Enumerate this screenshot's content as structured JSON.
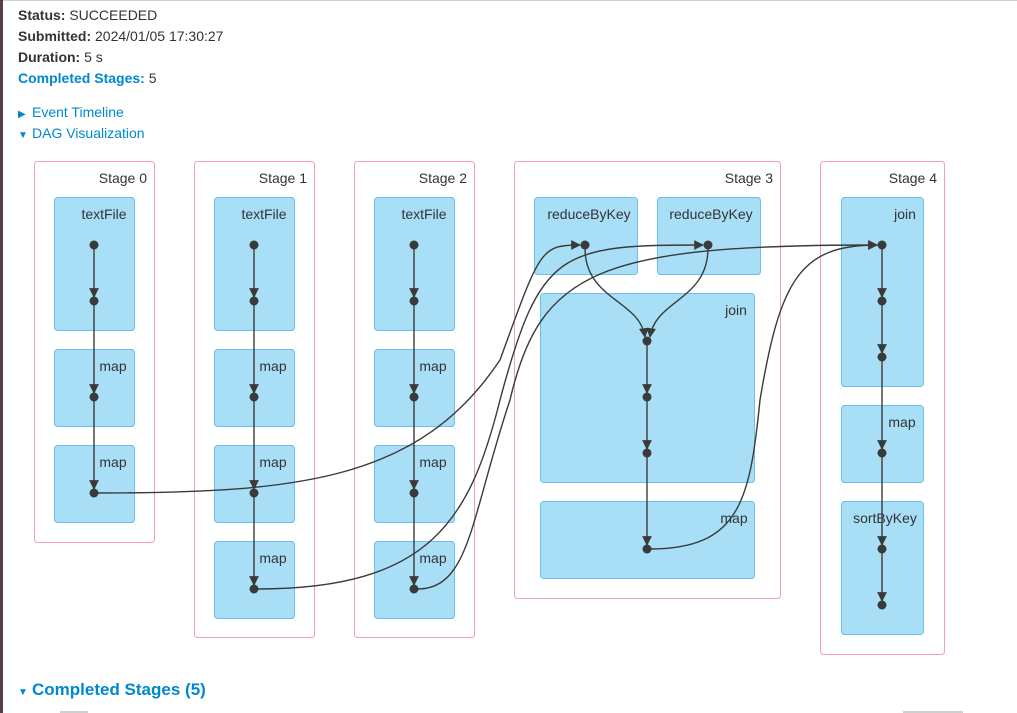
{
  "summary": {
    "status_label": "Status:",
    "status_value": "SUCCEEDED",
    "submitted_label": "Submitted:",
    "submitted_value": "2024/01/05 17:30:27",
    "duration_label": "Duration:",
    "duration_value": "5 s",
    "completed_stages_label": "Completed Stages:",
    "completed_stages_value": "5"
  },
  "toggles": {
    "event_timeline": "Event Timeline",
    "dag_visualization": "DAG Visualization"
  },
  "dag": {
    "stages": [
      {
        "label": "Stage 0",
        "ops": [
          "textFile",
          "map",
          "map"
        ]
      },
      {
        "label": "Stage 1",
        "ops": [
          "textFile",
          "map",
          "map",
          "map"
        ]
      },
      {
        "label": "Stage 2",
        "ops": [
          "textFile",
          "map",
          "map",
          "map"
        ]
      },
      {
        "label": "Stage 3",
        "ops": [
          "reduceByKey",
          "reduceByKey",
          "join",
          "map"
        ]
      },
      {
        "label": "Stage 4",
        "ops": [
          "join",
          "map",
          "sortByKey"
        ]
      }
    ]
  },
  "completed_stages_section": {
    "title": "Completed Stages (5)"
  },
  "colors": {
    "accent": "#0088cc",
    "stage_border": "#f0a0b4",
    "op_fill": "#a8dff7",
    "op_border": "#6cc2ea",
    "edge": "#3a3a3a"
  }
}
